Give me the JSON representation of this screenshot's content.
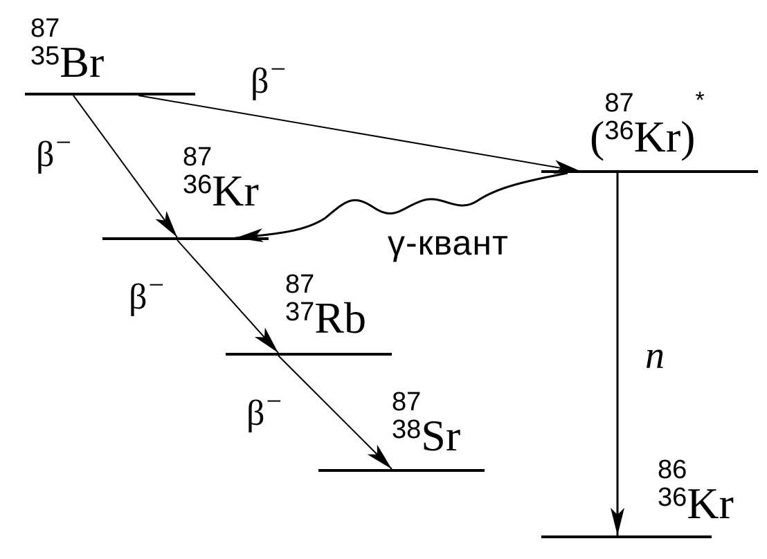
{
  "nuclides": {
    "br87": {
      "mass": "87",
      "atomic": "35",
      "symbol": "Br"
    },
    "kr87": {
      "mass": "87",
      "atomic": "36",
      "symbol": "Kr"
    },
    "kr87x": {
      "mass": "87",
      "atomic": "36",
      "symbol": "Kr",
      "open": "(",
      "close": ")",
      "star": "*"
    },
    "rb87": {
      "mass": "87",
      "atomic": "37",
      "symbol": "Rb"
    },
    "sr87": {
      "mass": "87",
      "atomic": "38",
      "symbol": "Sr"
    },
    "kr86": {
      "mass": "86",
      "atomic": "36",
      "symbol": "Kr"
    }
  },
  "transitions": {
    "beta_symbol": "β",
    "beta_sign": "−",
    "gamma_label": "γ-квант",
    "neutron_label": "n"
  }
}
